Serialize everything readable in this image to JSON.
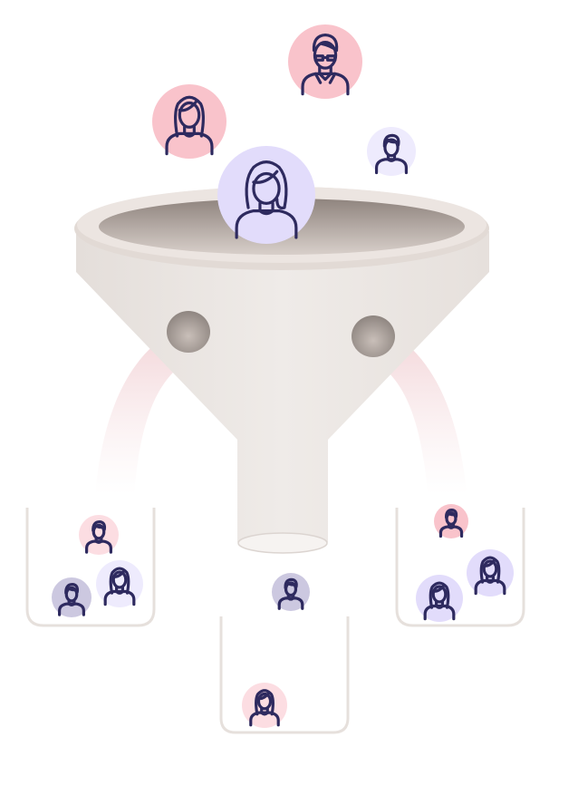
{
  "colors": {
    "background": "#ffffff",
    "funnel_body": "#ebe6e3",
    "funnel_rim": "#e0d8d3",
    "funnel_inner": "#c9bfb9",
    "bin_stroke": "#e6e0dc",
    "chute": "#f3d7da",
    "line": "#2e2a5f",
    "avatar_pink": "#f9c3cb",
    "avatar_pink_light": "#fcdde2",
    "avatar_lavender": "#e2dcfb",
    "avatar_lavender_light": "#eeebfd",
    "avatar_slate": "#ccc8e0"
  },
  "avatars": {
    "incoming": [
      {
        "icon": "man-with-glasses-icon",
        "color": "avatar_pink"
      },
      {
        "icon": "woman-long-hair-icon",
        "color": "avatar_pink"
      },
      {
        "icon": "person-short-hair-icon",
        "color": "avatar_lavender_light"
      },
      {
        "icon": "woman-bob-hair-icon",
        "color": "avatar_lavender"
      }
    ],
    "left_bin": [
      {
        "icon": "person-short-hair-icon",
        "color": "avatar_pink_light"
      },
      {
        "icon": "woman-long-hair-icon",
        "color": "avatar_lavender_light"
      },
      {
        "icon": "person-short-hair-icon",
        "color": "avatar_slate"
      }
    ],
    "center_bin": [
      {
        "icon": "person-short-hair-icon",
        "color": "avatar_slate"
      },
      {
        "icon": "woman-long-hair-icon",
        "color": "avatar_pink_light"
      }
    ],
    "right_bin": [
      {
        "icon": "person-short-hair-icon",
        "color": "avatar_pink"
      },
      {
        "icon": "woman-long-hair-icon",
        "color": "avatar_lavender"
      },
      {
        "icon": "woman-long-hair-icon",
        "color": "avatar_lavender"
      }
    ]
  }
}
